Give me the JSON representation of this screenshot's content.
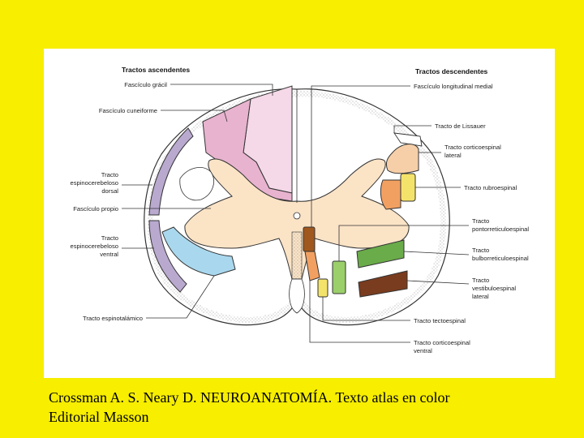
{
  "headers": {
    "ascending": "Tractos ascendentes",
    "descending": "Tractos descendentes"
  },
  "labels_left": [
    [
      "Fascículo grácil"
    ],
    [
      "Fascículo cuneiforme"
    ],
    [
      "Tracto",
      "espinocerebeloso",
      "dorsal"
    ],
    [
      "Fascículo propio"
    ],
    [
      "Tracto",
      "espinocerebeloso",
      "ventral"
    ],
    [
      "Tracto espinotalámico"
    ]
  ],
  "labels_right": [
    [
      "Fascículo longitudinal medial"
    ],
    [
      "Tracto de Lissauer"
    ],
    [
      "Tracto corticoespinal",
      "lateral"
    ],
    [
      "Tracto rubroespinal"
    ],
    [
      "Tracto",
      "pontorreticuloespinal"
    ],
    [
      "Tracto",
      "bulborreticuloespinal"
    ],
    [
      "Tracto",
      "vestibuloespinal",
      "lateral"
    ],
    [
      "Tracto tectoespinal"
    ],
    [
      "Tracto corticoespinal",
      "ventral"
    ]
  ],
  "caption": {
    "line1": "Crossman A. S. Neary D. NEUROANATOMÍA. Texto atlas en color",
    "line2": "Editorial Masson"
  }
}
